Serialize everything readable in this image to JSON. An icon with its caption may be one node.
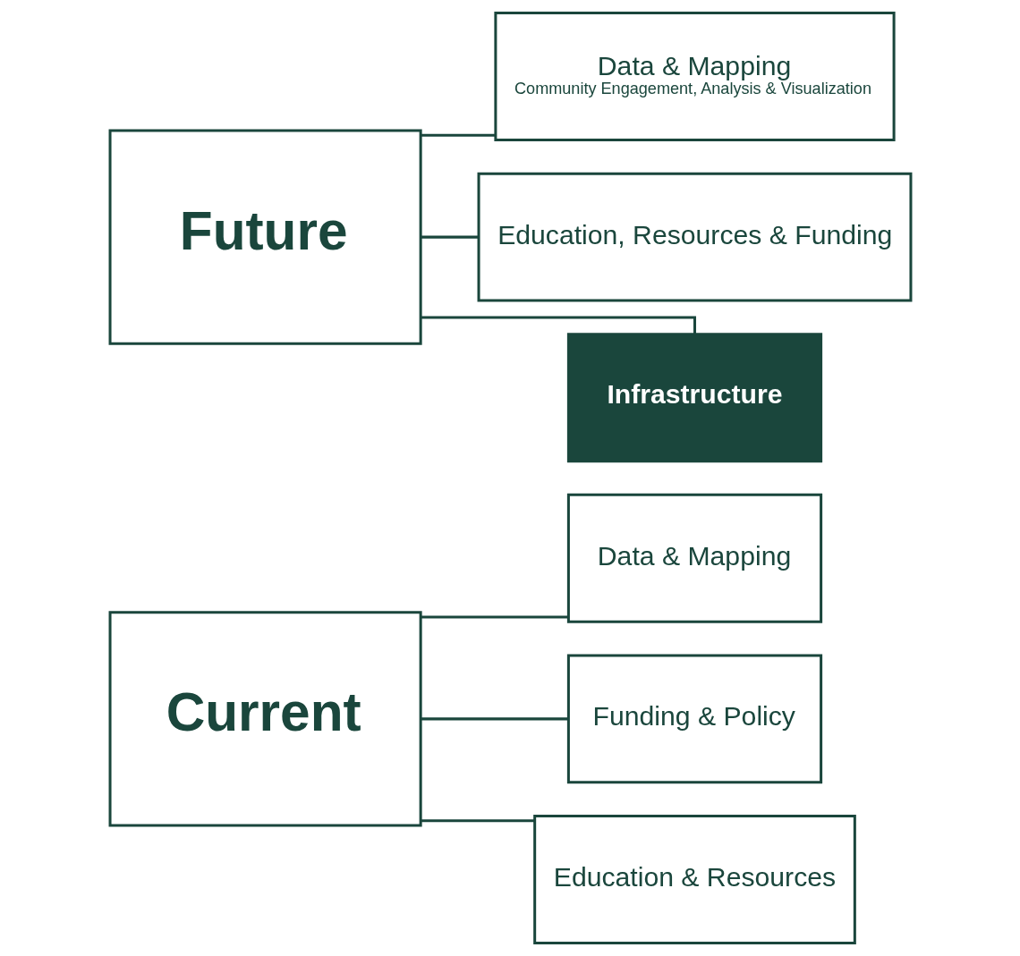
{
  "diagram": {
    "nodes": [
      {
        "text": [
          "Current"
        ]
      },
      {
        "text": [
          "Data & Mapping"
        ]
      },
      {
        "text": [
          "Funding & Policy"
        ]
      },
      {
        "text": [
          "Education & Resources"
        ]
      },
      {
        "text": [
          "Future"
        ]
      },
      {
        "text": [
          "Data & Mapping",
          "Community Engagement, Analysis & Visualization"
        ]
      },
      {
        "text": [
          "Education, Resources & Funding"
        ]
      },
      {
        "text": [
          "Infrastructure"
        ]
      }
    ],
    "edges": [
      {
        "from": 0,
        "to": 1,
        "arrow": "none"
      },
      {
        "from": 0,
        "to": 2,
        "arrow": "none"
      },
      {
        "from": 0,
        "to": 3,
        "arrow": "none"
      },
      {
        "from": 4,
        "to": 5,
        "arrow": "none"
      },
      {
        "from": 4,
        "to": 6,
        "arrow": "none"
      },
      {
        "from": 4,
        "to": 7,
        "arrow": "none"
      }
    ]
  }
}
